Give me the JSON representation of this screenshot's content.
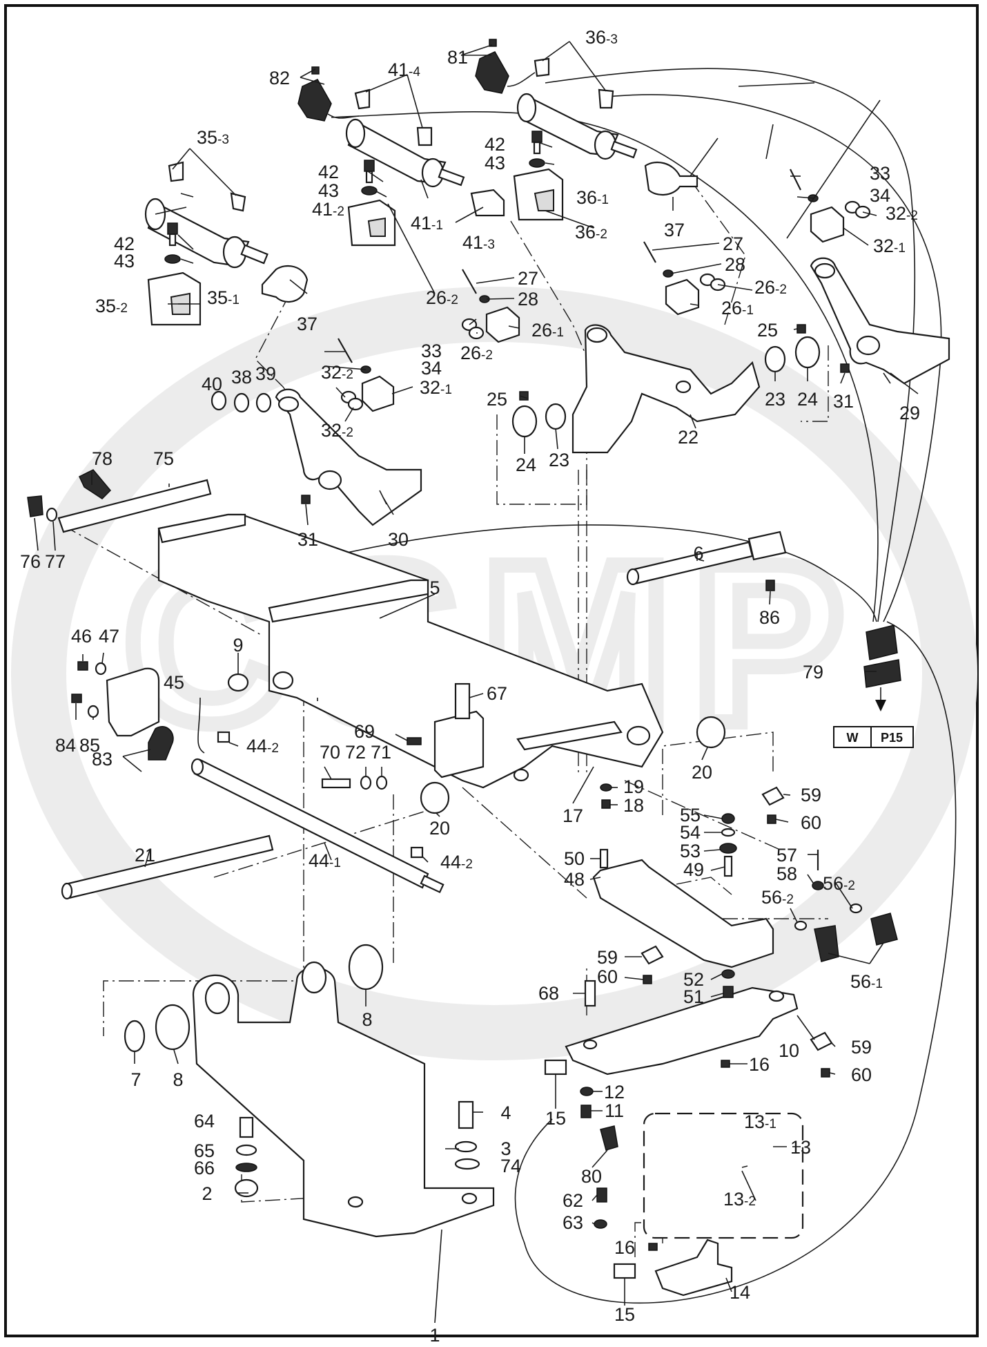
{
  "labels": {
    "l1": "1",
    "l2": "2",
    "l3": "3",
    "l4": "4",
    "l5": "5",
    "l6": "6",
    "l7": "7",
    "l8a": "8",
    "l8b": "8",
    "l9": "9",
    "l10": "10",
    "l11": "11",
    "l12": "12",
    "l13": "13",
    "l13_1": "13",
    "l13_1s": "-1",
    "l13_2": "13",
    "l13_2s": "-2",
    "l14": "14",
    "l15a": "15",
    "l15b": "15",
    "l16a": "16",
    "l16b": "16",
    "l17": "17",
    "l18": "18",
    "l19": "19",
    "l20a": "20",
    "l20b": "20",
    "l21": "21",
    "l22": "22",
    "l23a": "23",
    "l23b": "23",
    "l24a": "24",
    "l24b": "24",
    "l25a": "25",
    "l25b": "25",
    "l26_1a": "26",
    "l26_1as": "-1",
    "l26_1b": "26",
    "l26_1bs": "-1",
    "l26_2a": "26",
    "l26_2as": "-2",
    "l26_2b": "26",
    "l26_2bs": "-2",
    "l26_2c": "26",
    "l26_2cs": "-2",
    "l27a": "27",
    "l27b": "27",
    "l28a": "28",
    "l28b": "28",
    "l29": "29",
    "l30": "30",
    "l31a": "31",
    "l31b": "31",
    "l32_1a": "32",
    "l32_1as": "-1",
    "l32_1b": "32",
    "l32_1bs": "-1",
    "l32_2a": "32",
    "l32_2as": "-2",
    "l32_2b": "32",
    "l32_2bs": "-2",
    "l32_2c": "32",
    "l32_2cs": "-2",
    "l33a": "33",
    "l33b": "33",
    "l34a": "34",
    "l34b": "34",
    "l35_1": "35",
    "l35_1s": "-1",
    "l35_2": "35",
    "l35_2s": "-2",
    "l35_3": "35",
    "l35_3s": "-3",
    "l36_1": "36",
    "l36_1s": "-1",
    "l36_2": "36",
    "l36_2s": "-2",
    "l36_3": "36",
    "l36_3s": "-3",
    "l37a": "37",
    "l37b": "37",
    "l38": "38",
    "l39": "39",
    "l40": "40",
    "l41_1": "41",
    "l41_1s": "-1",
    "l41_2": "41",
    "l41_2s": "-2",
    "l41_3": "41",
    "l41_3s": "-3",
    "l41_4": "41",
    "l41_4s": "-4",
    "l42a": "42",
    "l42b": "42",
    "l42c": "42",
    "l43a": "43",
    "l43b": "43",
    "l43c": "43",
    "l44_1": "44",
    "l44_1s": "-1",
    "l44_2a": "44",
    "l44_2as": "-2",
    "l44_2b": "44",
    "l44_2bs": "-2",
    "l45": "45",
    "l46": "46",
    "l47": "47",
    "l48": "48",
    "l49": "49",
    "l50": "50",
    "l51": "51",
    "l52": "52",
    "l53": "53",
    "l54": "54",
    "l55": "55",
    "l56_1": "56",
    "l56_1s": "-1",
    "l56_2a": "56",
    "l56_2as": "-2",
    "l56_2b": "56",
    "l56_2bs": "-2",
    "l57": "57",
    "l58": "58",
    "l59a": "59",
    "l59b": "59",
    "l59c": "59",
    "l60a": "60",
    "l60b": "60",
    "l60c": "60",
    "l62": "62",
    "l63": "63",
    "l64": "64",
    "l65": "65",
    "l66": "66",
    "l67": "67",
    "l68": "68",
    "l69": "69",
    "l70": "70",
    "l71": "71",
    "l72": "72",
    "l74": "74",
    "l75": "75",
    "l76": "76",
    "l77": "77",
    "l78": "78",
    "l79": "79",
    "l80": "80",
    "l81": "81",
    "l82": "82",
    "l83": "83",
    "l84": "84",
    "l85": "85",
    "l86": "86"
  },
  "reference_box": {
    "left": "W",
    "right": "P15"
  },
  "watermark": {
    "text": "CSMP",
    "color": "#ececec"
  }
}
